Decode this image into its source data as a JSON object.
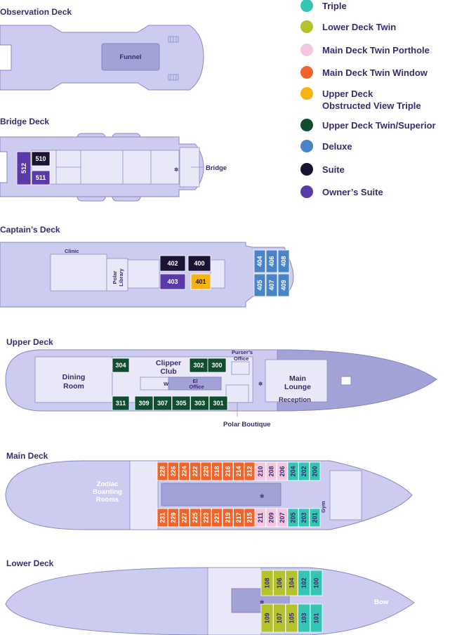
{
  "colors": {
    "triple": "#33c6b4",
    "lower_twin": "#b5c22b",
    "main_porthole": "#f4c6e0",
    "main_window": "#f0642a",
    "upper_obstructed": "#f6b314",
    "upper_superior": "#0e4e2e",
    "deluxe": "#4a84c8",
    "suite": "#1c1233",
    "owners_suite": "#5a3aa8"
  },
  "legend": [
    {
      "label": "Triple",
      "color": "#33c6b4"
    },
    {
      "label": "Lower Deck Twin",
      "color": "#b5c22b"
    },
    {
      "label": "Main Deck Twin Porthole",
      "color": "#f4c6e0"
    },
    {
      "label": "Main Deck Twin Window",
      "color": "#f0642a"
    },
    {
      "label": "Upper Deck",
      "label2": "Obstructed View Triple",
      "color": "#f6b314"
    },
    {
      "label": "Upper Deck Twin/Superior",
      "color": "#0e4e2e"
    },
    {
      "label": "Deluxe",
      "color": "#4a84c8"
    },
    {
      "label": "Suite",
      "color": "#1c1233"
    },
    {
      "label": "Owner’s Suite",
      "color": "#5a3aa8"
    }
  ],
  "decks": {
    "observation": {
      "title": "Observation Deck",
      "funnel": "Funnel"
    },
    "bridge": {
      "title": "Bridge Deck",
      "bridge_label": "Bridge",
      "cabins": [
        "510",
        "511",
        "512"
      ]
    },
    "captain": {
      "title": "Captain’s Deck",
      "clinic": "Clinic",
      "library": "Polar Library",
      "cabins": [
        "402",
        "400",
        "403",
        "401",
        "404",
        "406",
        "408",
        "405",
        "407",
        "409"
      ]
    },
    "upper": {
      "title": "Upper Deck",
      "dining": "Dining Room",
      "clipper": "Clipper Club",
      "purser": "Purser’s Office",
      "wc": "WC",
      "el_office": "El Office",
      "lounge": "Main Lounge",
      "reception": "Reception",
      "boutique": "Polar Boutique",
      "cabins_top": [
        "304",
        "302",
        "300"
      ],
      "cabins_bottom": [
        "311",
        "309",
        "307",
        "305",
        "303",
        "301"
      ]
    },
    "main": {
      "title": "Main Deck",
      "zodiac": "Zodiac Boarding Rooms",
      "gym": "Gym",
      "cabins_top": [
        "228",
        "226",
        "224",
        "222",
        "220",
        "218",
        "216",
        "214",
        "212",
        "210",
        "208",
        "206",
        "204",
        "202",
        "200"
      ],
      "cabins_bottom": [
        "231",
        "229",
        "227",
        "225",
        "223",
        "221",
        "219",
        "217",
        "215",
        "211",
        "209",
        "207",
        "205",
        "203",
        "201"
      ]
    },
    "lower": {
      "title": "Lower Deck",
      "bow": "Bow",
      "cabins_top": [
        "108",
        "106",
        "104",
        "102",
        "100"
      ],
      "cabins_bottom": [
        "109",
        "107",
        "105",
        "103",
        "101"
      ]
    }
  }
}
